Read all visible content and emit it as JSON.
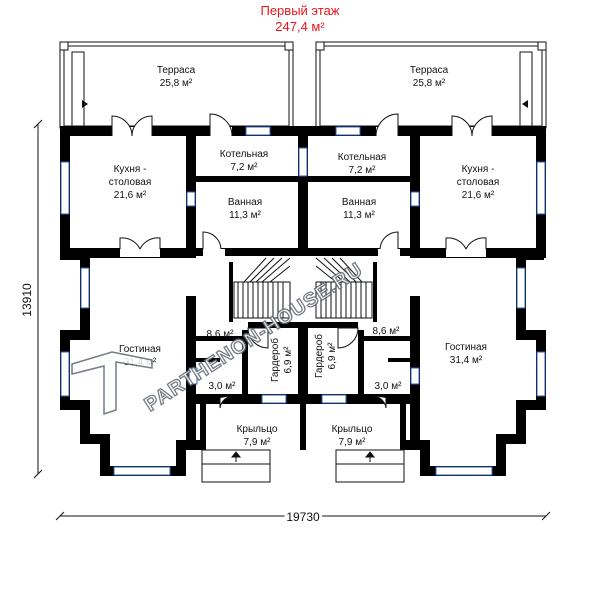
{
  "title": {
    "floor": "Первый этаж",
    "area": "247,4 м²"
  },
  "dimensions": {
    "width": "19730",
    "height": "13910"
  },
  "rooms": {
    "terrace_l": {
      "name": "Терраса",
      "area": "25,8 м²"
    },
    "terrace_r": {
      "name": "Терраса",
      "area": "25,8 м²"
    },
    "kitchen_l": {
      "name1": "Кухня -",
      "name2": "столовая",
      "area": "21,6 м²"
    },
    "kitchen_r": {
      "name1": "Кухня -",
      "name2": "столовая",
      "area": "21,6 м²"
    },
    "boiler_l": {
      "name": "Котельная",
      "area": "7,2 м²"
    },
    "boiler_r": {
      "name": "Котельная",
      "area": "7,2 м²"
    },
    "bath_l": {
      "name": "Ванная",
      "area": "11,3 м²"
    },
    "bath_r": {
      "name": "Ванная",
      "area": "11,3 м²"
    },
    "living_l": {
      "name": "Гостиная",
      "area": "31,4 м²"
    },
    "living_r": {
      "name": "Гостиная",
      "area": "31,4 м²"
    },
    "hall_l": {
      "area": "8,6 м²"
    },
    "hall_r": {
      "area": "8,6 м²"
    },
    "vest_l": {
      "area": "3,0 м²"
    },
    "vest_r": {
      "area": "3,0 м²"
    },
    "wardrobe_l": {
      "name": "Гардероб",
      "area": "6,9 м²"
    },
    "wardrobe_r": {
      "name": "Гардероб",
      "area": "6,9 м²"
    },
    "porch_l": {
      "name": "Крыльцо",
      "area": "7,9 м²"
    },
    "porch_r": {
      "name": "Крыльцо",
      "area": "7,9 м²"
    }
  },
  "watermark": "PARTHENON-HOUSE.RU",
  "colors": {
    "title": "#e8141c",
    "wall": "#000000",
    "window": "#2f5fb8",
    "line": "#111111"
  }
}
